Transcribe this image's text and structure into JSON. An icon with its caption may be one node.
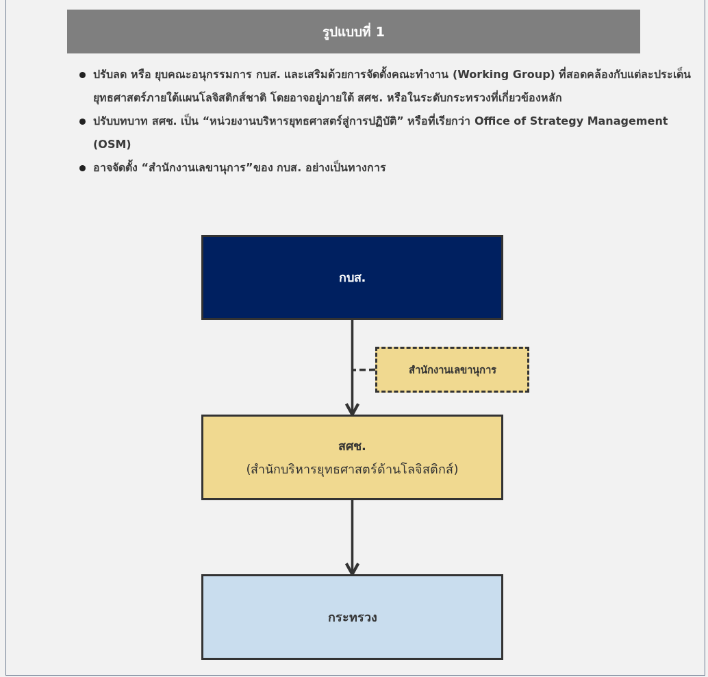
{
  "diagram": {
    "title": "รูปแบบที่ 1",
    "nodes": [
      {
        "text": [
          "กบส."
        ]
      },
      {
        "text": [
          "สำนักงานเลขานุการ"
        ]
      },
      {
        "text": [
          "สศช.",
          "(สำนักบริหารยุทธศาสตร์ด้านโลจิสติกส์)"
        ]
      },
      {
        "text": [
          "กระทรวง"
        ]
      }
    ],
    "edges": [
      {
        "from": 0,
        "to": 2,
        "arrow": "to"
      },
      {
        "from": 2,
        "to": 3,
        "arrow": "to"
      },
      {
        "from": 1,
        "to": null,
        "arrow": "none",
        "style": "dashed"
      }
    ],
    "labels": [
      "ปรับลด หรือ ยุบคณะอนุกรรมการ กบส. และเสริมด้วยการจัดตั้งคณะทำงาน (Working Group) ที่สอดคล้องกับแต่ละประเด็นยุทธศาสตร์ภายใต้แผนโลจิสติกส์ชาติ โดยอาจอยู่ภายใต้ สศช. หรือในระดับกระทรวงที่เกี่ยวข้องหลัก",
      "ปรับบทบาท สศช. เป็น “หน่วยงานบริหารยุทธศาสตร์สู่การปฏิบัติ” หรือที่เรียกว่า Office of Strategy Management (OSM)",
      "อาจจัดตั้ง “สำนักงานเลขานุการ”ของ กบส. อย่างเป็นทางการ"
    ]
  }
}
